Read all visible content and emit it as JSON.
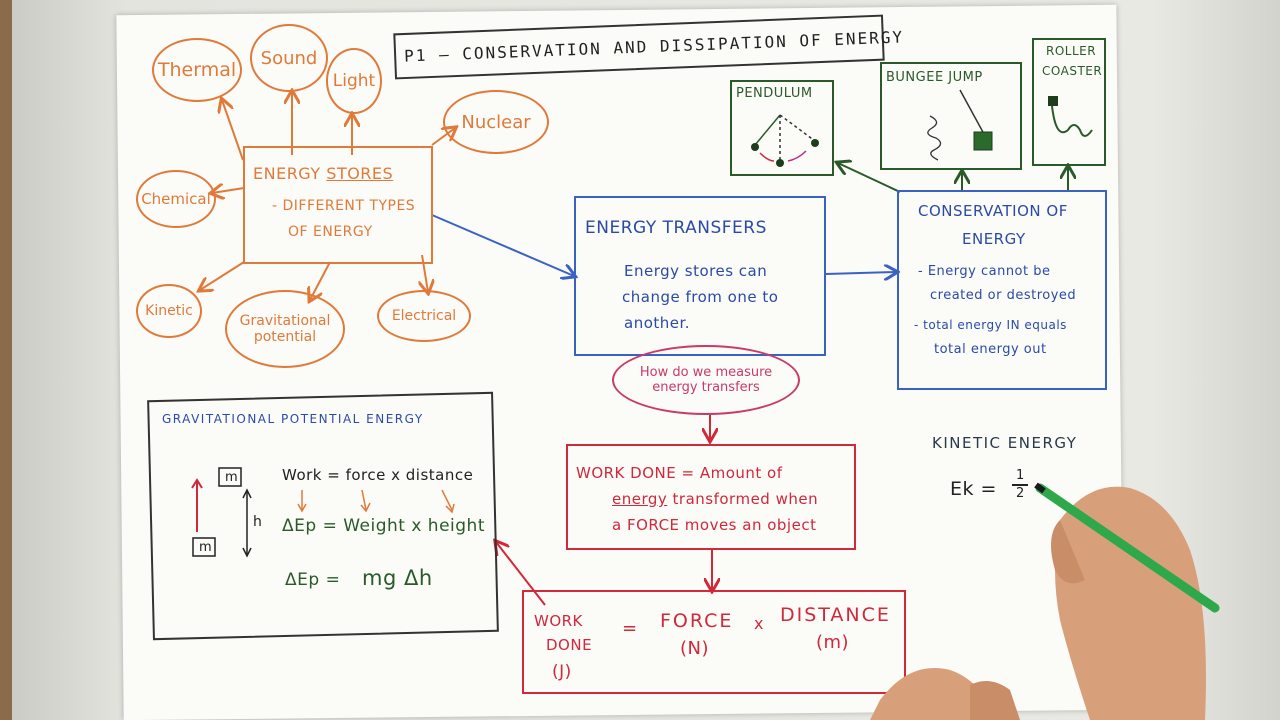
{
  "title": "P1 – CONSERVATION AND DISSIPATION OF ENERGY",
  "stores": {
    "heading": "ENERGY",
    "heading_underlined": "STORES",
    "line1": "- DIFFERENT TYPES",
    "line2": "OF ENERGY",
    "types": [
      "Thermal",
      "Sound",
      "Light",
      "Nuclear",
      "Chemical",
      "Kinetic",
      "Gravitational",
      "potential",
      "Electrical"
    ]
  },
  "transfers": {
    "heading": "ENERGY TRANSFERS",
    "line1": "Energy stores can",
    "line2": "change from one to",
    "line3": "another."
  },
  "conservation": {
    "heading1": "CONSERVATION OF",
    "heading2": "ENERGY",
    "b1a": "- Energy cannot be",
    "b1b": "created or destroyed",
    "b2a": "- total energy IN equals",
    "b2b": "total energy out"
  },
  "examples": {
    "pendulum": "PENDULUM",
    "bungee": "BUNGEE JUMP",
    "roller1": "ROLLER",
    "roller2": "COASTER"
  },
  "question": {
    "line1": "How do we measure",
    "line2": "energy transfers"
  },
  "work_done_def": {
    "line1": "WORK DONE = Amount of",
    "line2a": "energy",
    "line2b": " transformed when",
    "line3": "a FORCE moves an object"
  },
  "work_formula": {
    "lhs1": "WORK",
    "lhs2": "DONE",
    "lhs_unit": "(J)",
    "eq": "=",
    "force": "FORCE",
    "force_unit": "(N)",
    "times": "x",
    "distance": "DISTANCE",
    "distance_unit": "(m)"
  },
  "gpe": {
    "heading": "GRAVITATIONAL POTENTIAL ENERGY",
    "mass_label": "m",
    "h_label": "h",
    "row1": "Work = force x distance",
    "row2": "ΔEp = Weight x height",
    "row3a": "ΔEp =",
    "row3b": "mg Δh"
  },
  "kinetic": {
    "heading": "KINETIC ENERGY",
    "formula_lhs": "Ek =",
    "half_num": "1",
    "half_den": "2"
  },
  "colors": {
    "orange": "#e07a3a",
    "blue": "#3a62c4",
    "red": "#d1283a",
    "green": "#2a5a2a",
    "ink": "#222222",
    "pen": "#2ea84a"
  }
}
